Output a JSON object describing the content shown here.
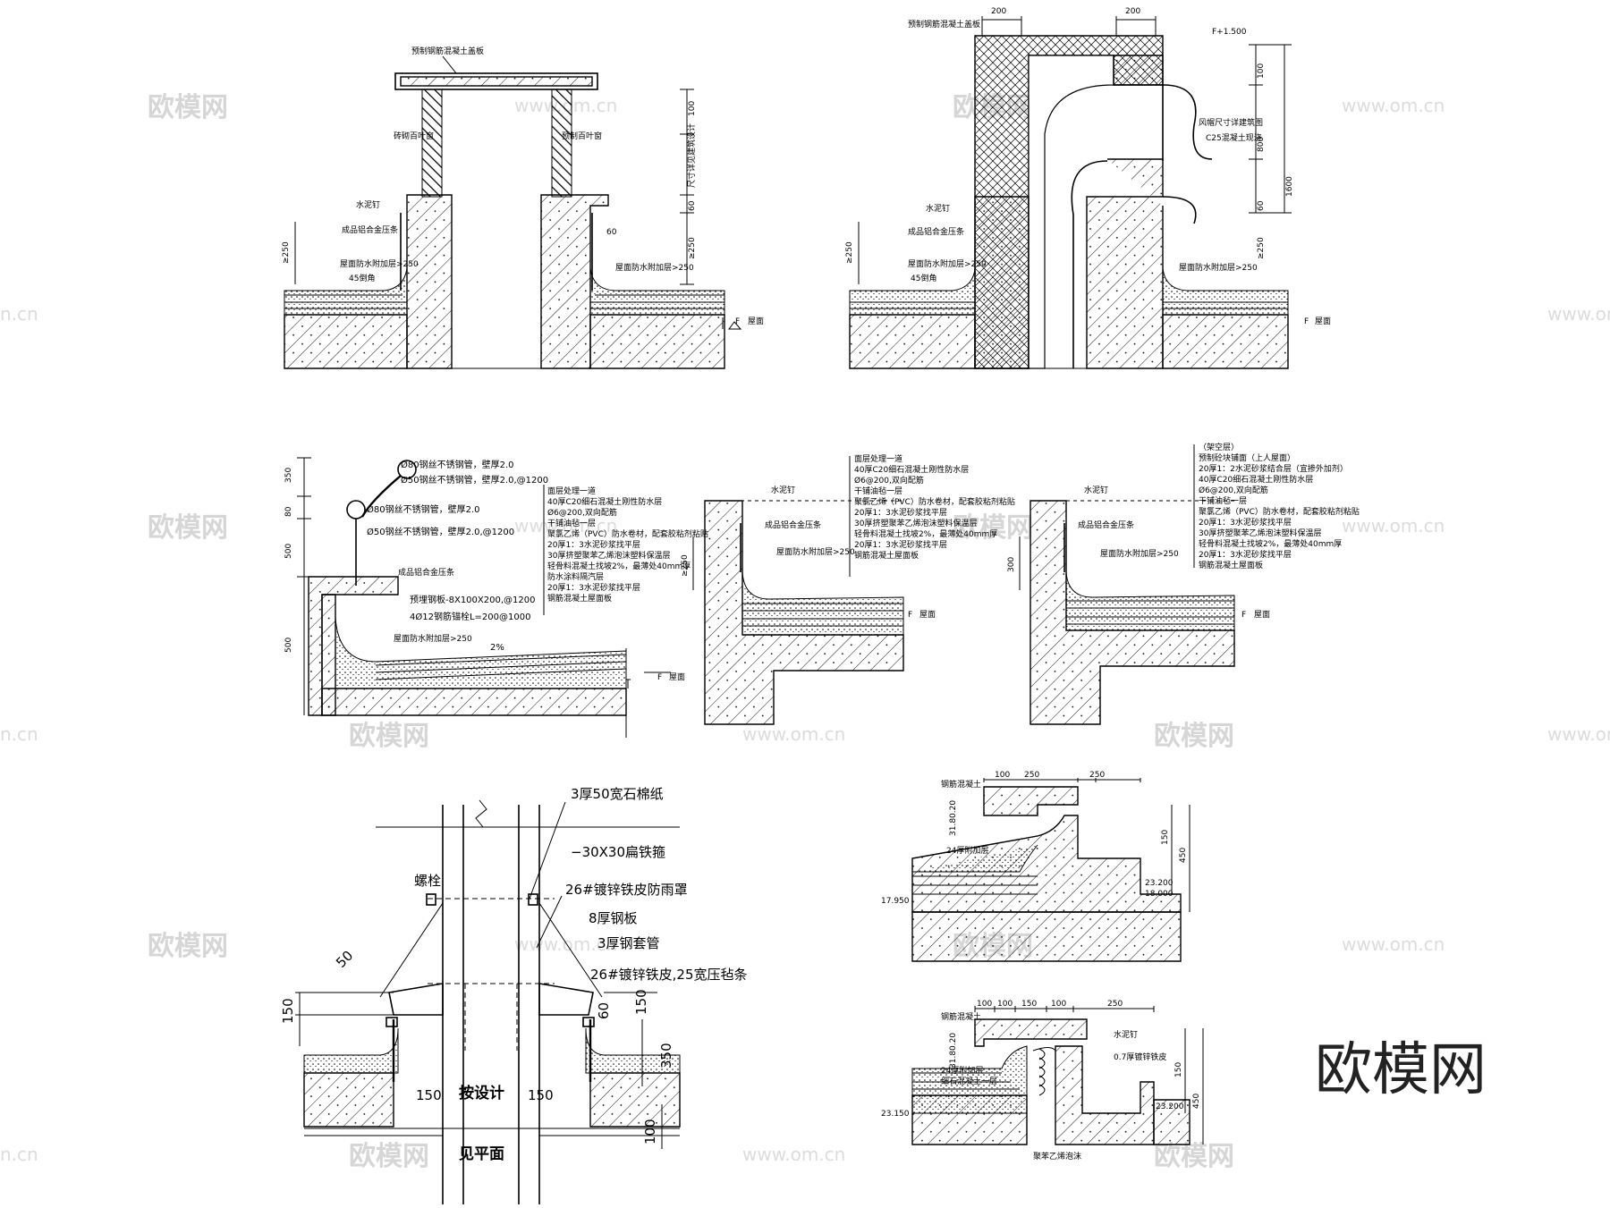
{
  "watermarks": {
    "brand": "欧模网",
    "url": "www.om.cn",
    "url_partial": "n.cn"
  },
  "detail1": {
    "top_note": "预制钢筋混凝土盖板",
    "pier_left": "砖砌百叶窗",
    "pier_right": "预制百叶窗",
    "flashing": "水泥钉",
    "metal_strip": "成品铝合金压条",
    "upturn": "屋面防水附加层>250",
    "chamfer": "45倒角",
    "dim_100": "100",
    "dim_height": "尺寸详见建筑设计",
    "dim_60": "60",
    "dim_250a": "≥250",
    "dim_250b": "≥250",
    "dim_60b": "60",
    "floor": "F",
    "floor_label": "屋面"
  },
  "detail2": {
    "top_note": "预制钢筋混凝土盖板",
    "dim_200a": "200",
    "dim_200b": "200",
    "elev": "F+1.500",
    "hood_note": "风帽尺寸详建筑图",
    "c25": "C25混凝土现浇",
    "flashing": "水泥钉",
    "metal_strip": "成品铝合金压条",
    "upturn": "屋面防水附加层>250",
    "chamfer": "45倒角",
    "dim_100": "100",
    "dim_800": "800",
    "dim_1600": "1600",
    "dim_60": "60",
    "dim_250a": "≥250",
    "dim_250b": "≥250",
    "floor": "F",
    "floor_label": "屋面"
  },
  "detail3": {
    "rail1": "Ø80钢丝不锈钢管，壁厚2.0",
    "rail2": "Ø50钢丝不锈钢管，壁厚2.0,@1200",
    "rail3": "Ø80钢丝不锈钢管，壁厚2.0",
    "rail4": "Ø50钢丝不锈钢管，壁厚2.0,@1200",
    "metal_strip": "成品铝合金压条",
    "plate": "预埋钢板-8X100X200,@1200",
    "bolt": "4Ø12钢筋锚栓L=200@1000",
    "upturn": "屋面防水附加层>250",
    "slope": "2%",
    "dim_350": "350",
    "dim_80": "80",
    "dim_500a": "500",
    "dim_500b": "500",
    "floor": "F",
    "floor_label": "屋面",
    "layers": [
      "面层处理一道",
      "40厚C20细石混凝土刚性防水层",
      "Ø6@200,双向配筋",
      "干铺油毡一层",
      "聚氯乙烯（PVC）防水卷材，配套胶粘剂粘贴",
      "20厚1：3水泥砂浆找平层",
      "30厚挤塑聚苯乙烯泡沫塑料保温层",
      "轻骨料混凝土找坡2%，最薄处40mm厚",
      "防水涂料隔汽层",
      "20厚1：3水泥砂浆找平层",
      "钢筋混凝土屋面板"
    ]
  },
  "detail4": {
    "flashing": "水泥钉",
    "metal_strip": "成品铝合金压条",
    "upturn": "屋面防水附加层>250",
    "dim_250": "≥250",
    "floor": "F",
    "floor_label": "屋面",
    "layers": [
      "面层处理一道",
      "40厚C20细石混凝土刚性防水层",
      "Ø6@200,双向配筋",
      "干铺油毡一层",
      "聚氯乙烯（PVC）防水卷材，配套胶粘剂粘贴",
      "20厚1：3水泥砂浆找平层",
      "30厚挤塑聚苯乙烯泡沫塑料保温层",
      "轻骨料混凝土找坡2%，最薄处40mm厚",
      "20厚1：3水泥砂浆找平层",
      "钢筋混凝土屋面板"
    ]
  },
  "detail5": {
    "flashing": "水泥钉",
    "metal_strip": "成品铝合金压条",
    "upturn": "屋面防水附加层>250",
    "dim_300": "300",
    "floor": "F",
    "floor_label": "屋面",
    "layers": [
      "（架空层）",
      "预制砼块铺面（上人屋面）",
      "20厚1：2水泥砂浆结合层（宜掺外加剂）",
      "40厚C20细石混凝土刚性防水层",
      "Ø6@200,双向配筋",
      "干铺油毡一层",
      "聚氯乙烯（PVC）防水卷材，配套胶粘剂粘贴",
      "20厚1：3水泥砂浆找平层",
      "30厚挤塑聚苯乙烯泡沫塑料保温层",
      "轻骨料混凝土找坡2%，最薄处40mm厚",
      "20厚1：3水泥砂浆找平层",
      "钢筋混凝土屋面板"
    ]
  },
  "detail6": {
    "l1": "3厚50宽石棉纸",
    "l2": "−30X30扁铁箍",
    "l3": "26#镀锌铁皮防雨罩",
    "l4": "8厚钢板",
    "l5": "3厚钢套管",
    "l6": "26#镀锌铁皮,25宽压毡条",
    "bolt": "螺栓",
    "design": "按设计",
    "plan": "见平面",
    "dim_50": "50",
    "dim_150a": "150",
    "dim_150b": "150",
    "dim_150c": "150",
    "dim_150d": "150",
    "dim_60": "60",
    "dim_350": "350",
    "dim_100": "100"
  },
  "detail7": {
    "label": "钢筋混凝土",
    "sub": "24厚附加层",
    "dim_100": "100",
    "dim_250a": "250",
    "dim_250b": "250",
    "dim_150": "150",
    "dim_450": "450",
    "dim_v": "31.80.20",
    "elev_l": "17.950",
    "elev_r1": "23.200",
    "elev_r2": "18.000"
  },
  "detail8": {
    "label": "钢筋混凝土",
    "sub1": "24厚附加层",
    "sub2": "细石混凝土一层",
    "right1": "水泥钉",
    "right2": "0.7厚镀锌铁皮",
    "bottom": "聚苯乙烯泡沫",
    "dim_100a": "100",
    "dim_100b": "100",
    "dim_150": "150",
    "dim_100c": "100",
    "dim_250": "250",
    "dim_150v": "150",
    "dim_450": "450",
    "dim_v": "31.80.20",
    "elev_l": "23.150",
    "elev_r": "23.200"
  }
}
